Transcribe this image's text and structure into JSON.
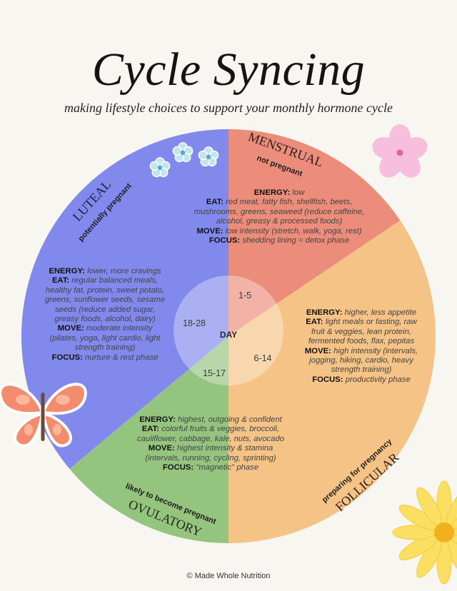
{
  "title": "Cycle Syncing",
  "subtitle": "making lifestyle choices to support your monthly hormone cycle",
  "center_label": "DAY",
  "colors": {
    "menstrual": "#ec8d7b",
    "follicular": "#f6c386",
    "ovulatory": "#95c47f",
    "luteal": "#8189ec",
    "background": "#f7f6f1"
  },
  "phases": {
    "menstrual": {
      "name": "MENSTRUAL",
      "subtitle": "not pregnant",
      "days": "1-5",
      "energy_label": "ENERGY:",
      "energy": "low",
      "eat_label": "EAT:",
      "eat_lines": [
        "red meat, fatty fish, shellfish, beets,",
        "mushrooms, greens, seaweed (reduce caffeine,",
        "alcohol, greasy & processed foods)"
      ],
      "move_label": "MOVE:",
      "move": "low intensity (stretch, walk, yoga, rest)",
      "focus_label": "FOCUS:",
      "focus": "shedding lining = detox phase"
    },
    "follicular": {
      "name": "FOLLICULAR",
      "subtitle": "preparing for pregnancy",
      "days": "6-14",
      "energy_label": "ENERGY:",
      "energy": "higher, less appetite",
      "eat_label": "EAT:",
      "eat_lines": [
        "light meals or fasting, raw",
        "fruit & veggies, lean protein,",
        "fermented foods, flax, pepitas"
      ],
      "move_label": "MOVE:",
      "move_lines": [
        "high intensity (intervals,",
        "jogging, hiking, cardio, heavy",
        "strength training)"
      ],
      "focus_label": "FOCUS:",
      "focus": "productivity phase"
    },
    "ovulatory": {
      "name": "OVULATORY",
      "subtitle": "likely to become pregnant",
      "days": "15-17",
      "energy_label": "ENERGY:",
      "energy": "highest, outgoing & confident",
      "eat_label": "EAT:",
      "eat_lines": [
        "colorful fruits & veggies, broccoli,",
        "cauliflower, cabbage, kale, nuts, avocado"
      ],
      "move_label": "MOVE:",
      "move_lines": [
        "highest intensity & stamina",
        "(intervals, running, cycling, sprinting)"
      ],
      "focus_label": "FOCUS:",
      "focus": "\"magnetic\" phase"
    },
    "luteal": {
      "name": "LUTEAL",
      "subtitle": "potentially pregnant",
      "days": "18-28",
      "energy_label": "ENERGY:",
      "energy": "lower, more cravings",
      "eat_label": "EAT:",
      "eat_lines": [
        "regular balanced meals,",
        "healthy fat, protein, sweet potato,",
        "greens, sunflower seeds, sesame",
        "seeds (reduce added sugar,",
        "greasy foods, alcohol, dairy)"
      ],
      "move_label": "MOVE:",
      "move_lines": [
        "moderate intensity",
        "(pilates, yoga, light cardio, light",
        "strength training)"
      ],
      "focus_label": "FOCUS:",
      "focus": "nurture & rest phase"
    }
  },
  "decorations": [
    "butterfly-icon",
    "pink-flower-icon",
    "blue-flowers-icon",
    "yellow-flower-icon"
  ],
  "credit": "© Made Whole Nutrition"
}
